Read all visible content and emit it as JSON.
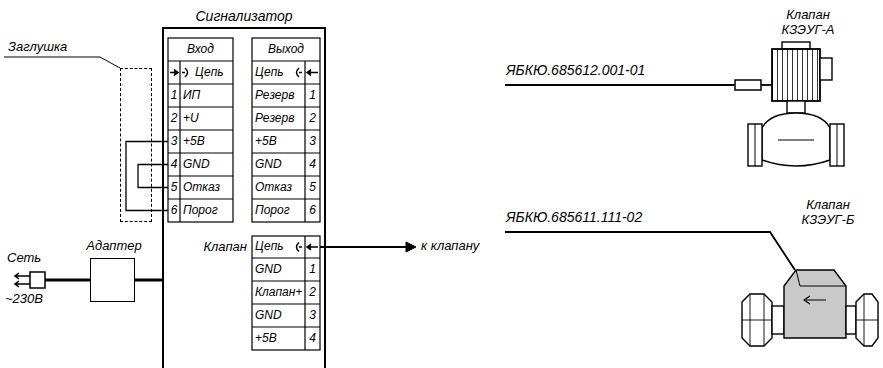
{
  "diagram": {
    "nodes": [
      {
        "text": [
          "Сигнализатор"
        ]
      },
      {
        "text": [
          "Вход",
          "Цепь",
          "1",
          "ИП",
          "2",
          "+U",
          "3",
          "+5В",
          "4",
          "GND",
          "5",
          "Отказ",
          "6",
          "Порог"
        ],
        "in": 0
      },
      {
        "text": [
          "Выход",
          "Цепь",
          "Резерв",
          "1",
          "Резерв",
          "2",
          "+5В",
          "3",
          "GND",
          "4",
          "Отказ",
          "5",
          "Порог",
          "6"
        ],
        "in": 0
      },
      {
        "text": [
          "Клапан",
          "Цепь",
          "GND",
          "1",
          "Клапан+",
          "2",
          "GND",
          "3",
          "+5В",
          "4"
        ],
        "in": 0
      },
      {
        "text": [
          "Заглушка"
        ]
      },
      {
        "text": [
          "Адаптер"
        ]
      },
      {
        "text": [
          "Клапан КЗЭУГ-А"
        ]
      },
      {
        "text": [
          "Клапан КЗЭУГ-Б"
        ]
      }
    ],
    "edges": [
      {
        "from": 5,
        "to": 0,
        "arrow": "none"
      }
    ],
    "labels": [
      "Сеть",
      "~230В",
      "к клапану",
      "ЯБКЮ.685612.001-01",
      "ЯБКЮ.685611.111-02"
    ]
  }
}
